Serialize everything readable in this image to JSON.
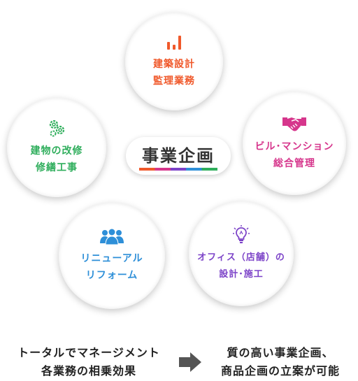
{
  "center": {
    "title": "事業企画"
  },
  "nodes": {
    "top": {
      "line1": "建築設計",
      "line2": "監理業務",
      "icon": "bar-chart-icon",
      "color": "#f0592b"
    },
    "left": {
      "line1": "建物の改修",
      "line2": "修繕工事",
      "icon": "gears-icon",
      "color": "#2fae5c"
    },
    "right": {
      "line1": "ビル･マンション",
      "line2": "総合管理",
      "icon": "handshake-icon",
      "color": "#d6368c"
    },
    "bottom_left": {
      "line1": "リニューアル",
      "line2": "リフォーム",
      "icon": "people-icon",
      "color": "#2e8fd8"
    },
    "bottom_right": {
      "line1": "オフィス（店舗）の",
      "line2": "設計･施工",
      "icon": "lightbulb-icon",
      "color": "#7c43c8"
    }
  },
  "footer": {
    "left_line1": "トータルでマネージメント",
    "left_line2": "各業務の相乗効果",
    "right_line1": "質の高い事業企画、",
    "right_line2": "商品企画の立案が可能",
    "arrow_icon": "right-arrow-icon"
  }
}
